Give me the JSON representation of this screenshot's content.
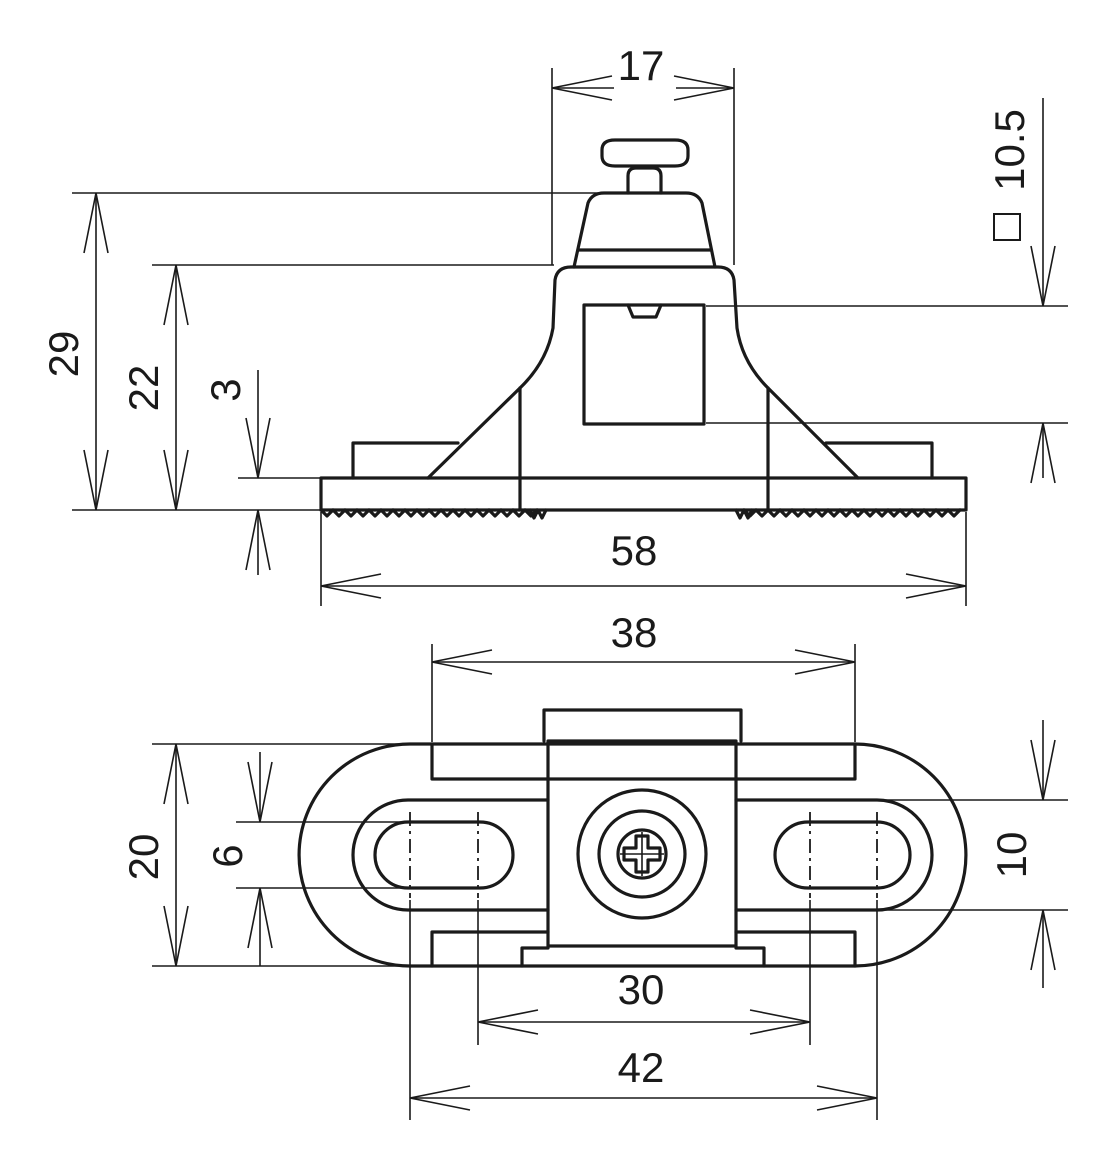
{
  "side_view": {
    "dims": {
      "top_width": "17",
      "square_size": "10.5",
      "total_height": "29",
      "body_height": "22",
      "base_thickness": "3",
      "base_length": "58"
    }
  },
  "top_view": {
    "dims": {
      "plate_width": "38",
      "overall_width": "20",
      "slot_width": "6",
      "slot_pitch_inner": "30",
      "slot_pitch_outer": "42",
      "inner_width": "10"
    }
  },
  "icons": {
    "square_symbol": "square-symbol-icon",
    "screw_head": "phillips-screw-icon"
  }
}
